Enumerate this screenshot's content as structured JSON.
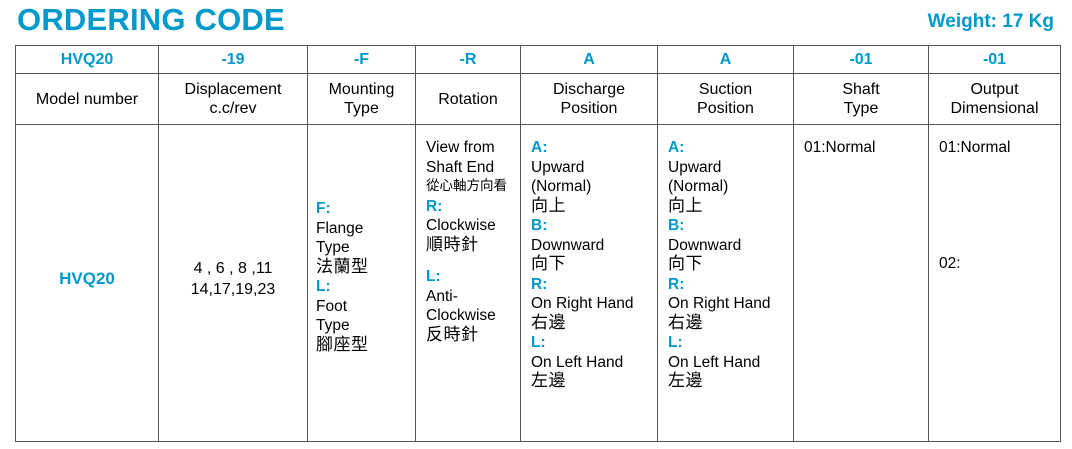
{
  "header": {
    "title": "ORDERING CODE",
    "weight": "Weight: 17 Kg",
    "accent_color": "#0099cc",
    "text_color": "#000000",
    "border_color": "#555555"
  },
  "table": {
    "code_row": [
      "HVQ20",
      "-19",
      "-F",
      "-R",
      "A",
      "A",
      "-01",
      "-01"
    ],
    "label_row": [
      {
        "line1": "Model number",
        "line2": ""
      },
      {
        "line1": "Displacement",
        "line2": "c.c/rev"
      },
      {
        "line1": "Mounting",
        "line2": "Type"
      },
      {
        "line1": "Rotation",
        "line2": ""
      },
      {
        "line1": "Discharge",
        "line2": "Position"
      },
      {
        "line1": "Suction",
        "line2": "Position"
      },
      {
        "line1": "Shaft",
        "line2": "Type"
      },
      {
        "line1": "Output",
        "line2": "Dimensional"
      }
    ],
    "body": {
      "model_number": "HVQ20",
      "displacement": {
        "line1": "4 , 6 , 8 ,11",
        "line2": "14,17,19,23"
      },
      "mounting_type": [
        {
          "text": "F:",
          "accent": true
        },
        {
          "text": "Flange",
          "accent": false
        },
        {
          "text": "Type",
          "accent": false
        },
        {
          "text": "法蘭型",
          "accent": false,
          "cjk": true
        },
        {
          "text": "L:",
          "accent": true
        },
        {
          "text": "Foot",
          "accent": false
        },
        {
          "text": "Type",
          "accent": false
        },
        {
          "text": "腳座型",
          "accent": false,
          "cjk": true
        }
      ],
      "rotation": [
        {
          "text": "View from",
          "accent": false
        },
        {
          "text": "Shaft End",
          "accent": false
        },
        {
          "text": "從心軸方向看",
          "accent": false,
          "cjk_small": true
        },
        {
          "text": "R:",
          "accent": true
        },
        {
          "text": "Clockwise",
          "accent": false
        },
        {
          "text": "順時針",
          "accent": false,
          "cjk": true
        },
        {
          "text": "",
          "accent": false,
          "spacer": true
        },
        {
          "text": "L:",
          "accent": true
        },
        {
          "text": "Anti-",
          "accent": false
        },
        {
          "text": "Clockwise",
          "accent": false
        },
        {
          "text": "反時針",
          "accent": false,
          "cjk": true
        }
      ],
      "discharge_position": [
        {
          "text": "A:",
          "accent": true
        },
        {
          "text": "Upward",
          "accent": false
        },
        {
          "text": "(Normal)",
          "accent": false
        },
        {
          "text": "向上",
          "accent": false,
          "cjk": true
        },
        {
          "text": "B:",
          "accent": true
        },
        {
          "text": "Downward",
          "accent": false
        },
        {
          "text": "向下",
          "accent": false,
          "cjk": true
        },
        {
          "text": "R:",
          "accent": true
        },
        {
          "text": "On Right Hand",
          "accent": false
        },
        {
          "text": "右邊",
          "accent": false,
          "cjk": true
        },
        {
          "text": "L:",
          "accent": true
        },
        {
          "text": "On Left Hand",
          "accent": false
        },
        {
          "text": "左邊",
          "accent": false,
          "cjk": true
        }
      ],
      "suction_position": [
        {
          "text": "A:",
          "accent": true
        },
        {
          "text": "Upward",
          "accent": false
        },
        {
          "text": "(Normal)",
          "accent": false
        },
        {
          "text": "向上",
          "accent": false,
          "cjk": true
        },
        {
          "text": "B:",
          "accent": true
        },
        {
          "text": "Downward",
          "accent": false
        },
        {
          "text": "向下",
          "accent": false,
          "cjk": true
        },
        {
          "text": "R:",
          "accent": true
        },
        {
          "text": "On Right Hand",
          "accent": false
        },
        {
          "text": "右邊",
          "accent": false,
          "cjk": true
        },
        {
          "text": "L:",
          "accent": true
        },
        {
          "text": "On Left Hand",
          "accent": false
        },
        {
          "text": "左邊",
          "accent": false,
          "cjk": true
        }
      ],
      "shaft_type": [
        {
          "text": "01:Normal",
          "accent": false
        }
      ],
      "output_dimensional": [
        {
          "text": "01:Normal",
          "accent": false
        },
        {
          "text": "",
          "accent": false,
          "big_gap": true
        },
        {
          "text": "02:",
          "accent": false
        }
      ]
    }
  }
}
